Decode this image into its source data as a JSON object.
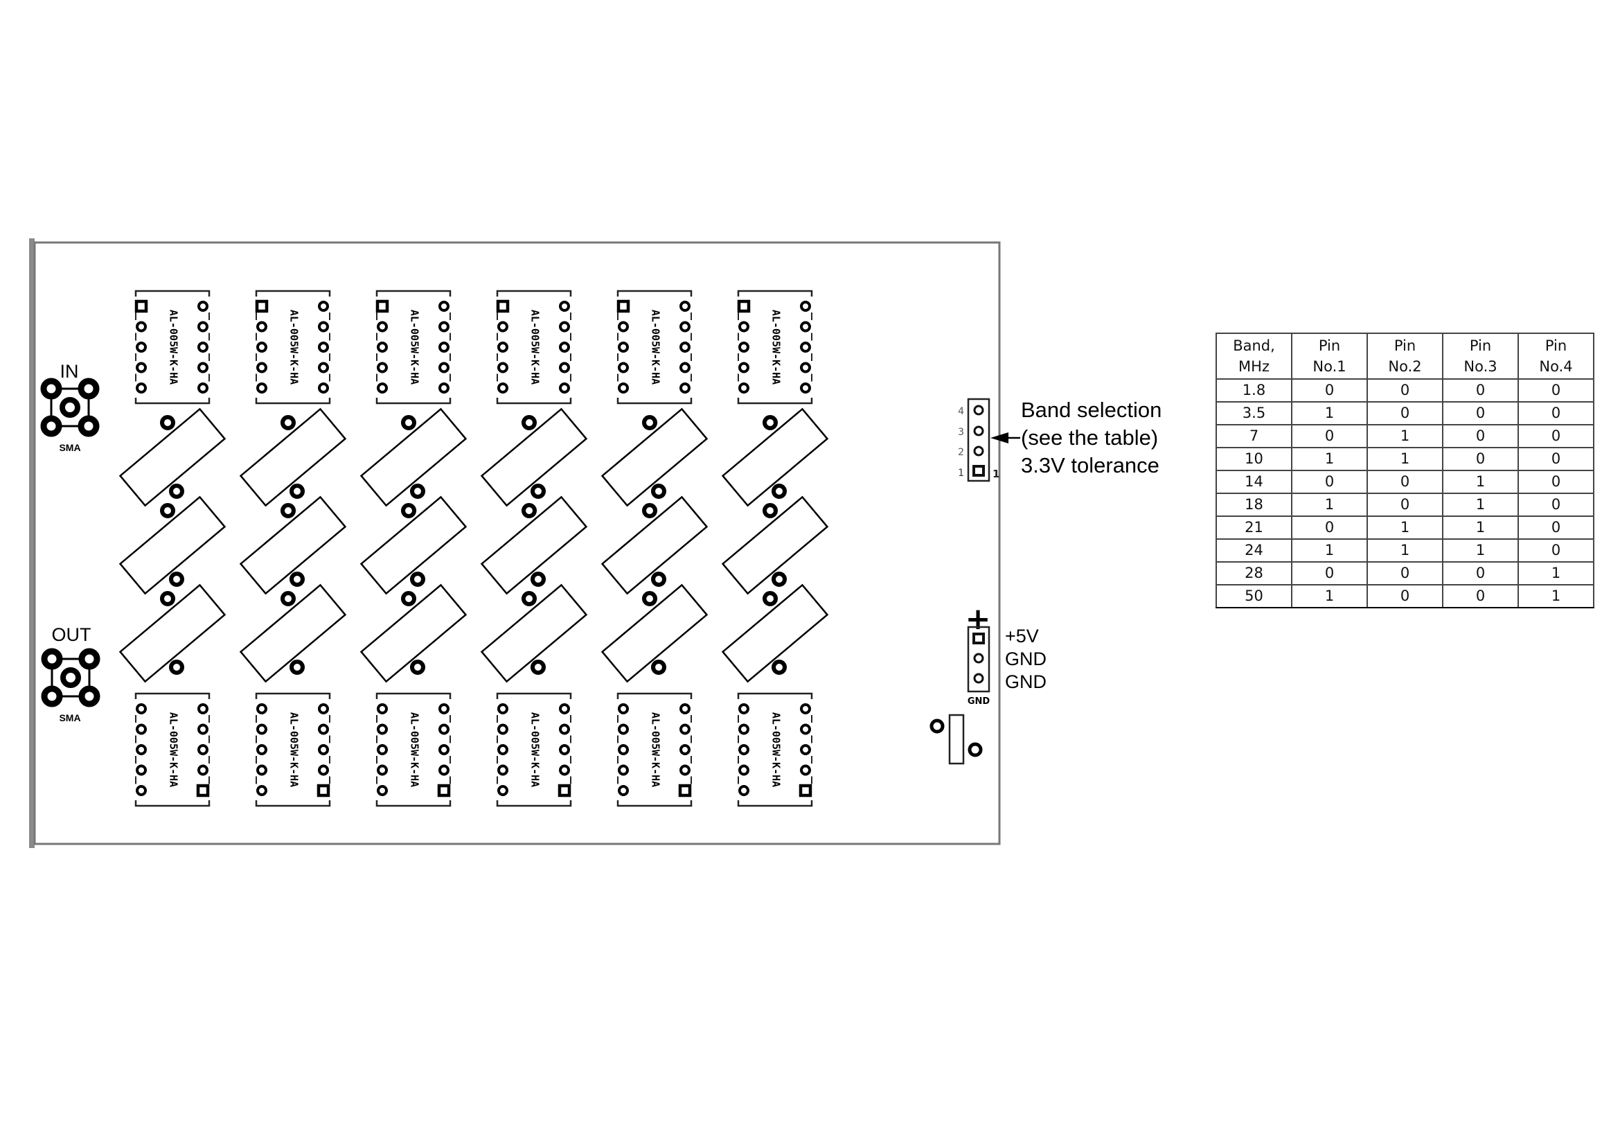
{
  "board": {
    "in_connector": {
      "label": "IN",
      "type": "SMA"
    },
    "out_connector": {
      "label": "OUT",
      "type": "SMA"
    },
    "relay_part_number": "AL-005W-K-HA",
    "relay_columns": 6,
    "filter_components_per_column": 3,
    "band_header": {
      "pin_numbers": [
        "4",
        "3",
        "2",
        "1"
      ],
      "pin1_mark": "1"
    },
    "power_header": {
      "plus_symbol": "+",
      "silkscreen": "GND"
    }
  },
  "annotations": {
    "band_selection": [
      "Band selection",
      "(see the table)",
      "3.3V tolerance"
    ],
    "power": [
      "+5V",
      "GND",
      "GND"
    ]
  },
  "band_table": {
    "headers": [
      [
        "Band,",
        "MHz"
      ],
      [
        "Pin",
        "No.1"
      ],
      [
        "Pin",
        "No.2"
      ],
      [
        "Pin",
        "No.3"
      ],
      [
        "Pin",
        "No.4"
      ]
    ],
    "rows": [
      [
        "1.8",
        "0",
        "0",
        "0",
        "0"
      ],
      [
        "3.5",
        "1",
        "0",
        "0",
        "0"
      ],
      [
        "7",
        "0",
        "1",
        "0",
        "0"
      ],
      [
        "10",
        "1",
        "1",
        "0",
        "0"
      ],
      [
        "14",
        "0",
        "0",
        "1",
        "0"
      ],
      [
        "18",
        "1",
        "0",
        "1",
        "0"
      ],
      [
        "21",
        "0",
        "1",
        "1",
        "0"
      ],
      [
        "24",
        "1",
        "1",
        "1",
        "0"
      ],
      [
        "28",
        "0",
        "0",
        "0",
        "1"
      ],
      [
        "50",
        "1",
        "0",
        "0",
        "1"
      ]
    ]
  }
}
